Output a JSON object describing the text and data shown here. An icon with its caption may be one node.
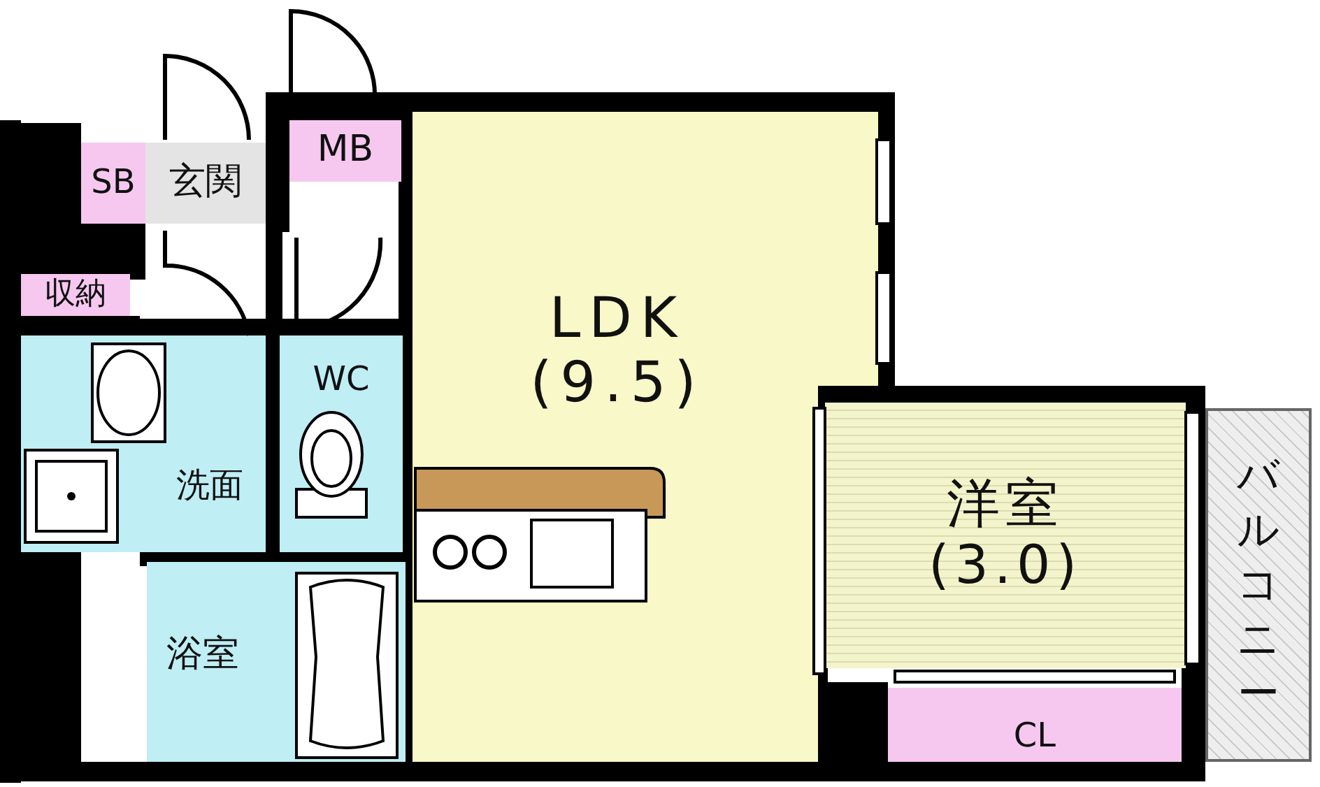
{
  "diagram": {
    "nodes": [
      {
        "text": [
          "MB"
        ]
      },
      {
        "text": [
          "SB"
        ]
      },
      {
        "text": [
          "玄関"
        ]
      },
      {
        "text": [
          "収納"
        ]
      },
      {
        "text": [
          "LDK",
          "(9.5)"
        ]
      },
      {
        "text": [
          "WC"
        ]
      },
      {
        "text": [
          "洗面"
        ]
      },
      {
        "text": [
          "浴室"
        ]
      },
      {
        "text": [
          "洋室",
          "(3.0)"
        ]
      },
      {
        "text": [
          "CL"
        ]
      },
      {
        "text": [
          "バルコニー"
        ]
      }
    ]
  }
}
